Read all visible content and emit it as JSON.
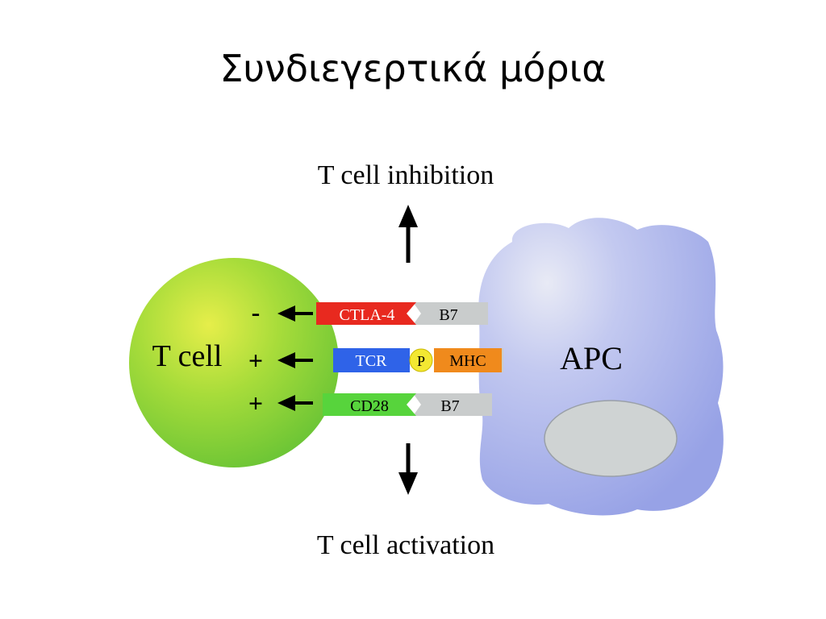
{
  "slide": {
    "title": "Συνδιεγερτικά μόρια"
  },
  "diagram": {
    "top_label": "T cell inhibition",
    "bottom_label": "T cell activation",
    "t_cell_label": "T cell",
    "apc_label": "APC",
    "rows": [
      {
        "sign": "-",
        "receptor": "CTLA-4",
        "ligand": "B7"
      },
      {
        "sign": "+",
        "receptor": "TCR",
        "linker": "P",
        "ligand": "MHC"
      },
      {
        "sign": "+",
        "receptor": "CD28",
        "ligand": "B7"
      }
    ]
  },
  "colors": {
    "t_cell": "#8fd43a",
    "apc": "#a9b4ec",
    "ctla4": "#e8291f",
    "tcr": "#2f63e8",
    "cd28": "#57d43c",
    "mhc": "#f08a1c",
    "b7": "#c9cccc",
    "phospho": "#f3e832",
    "nucleus": "#cfd3d3"
  }
}
